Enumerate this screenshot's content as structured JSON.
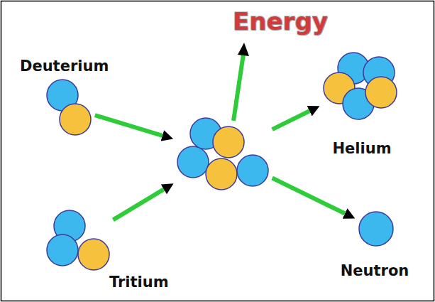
{
  "diagram": {
    "nodes": [
      {
        "text": [
          "Deuterium"
        ]
      },
      {
        "text": [
          "Helium"
        ]
      },
      {
        "text": []
      },
      {
        "text": [
          "Tritium"
        ]
      },
      {
        "text": [
          "Neutron"
        ]
      }
    ],
    "edges": [
      {
        "from": 0,
        "to": 2,
        "arrow": "to"
      },
      {
        "from": 3,
        "to": 2,
        "arrow": "to"
      },
      {
        "from": 2,
        "to": 1,
        "arrow": "to"
      },
      {
        "from": 2,
        "to": 4,
        "arrow": "to"
      }
    ],
    "labels": [
      "Energy"
    ]
  }
}
